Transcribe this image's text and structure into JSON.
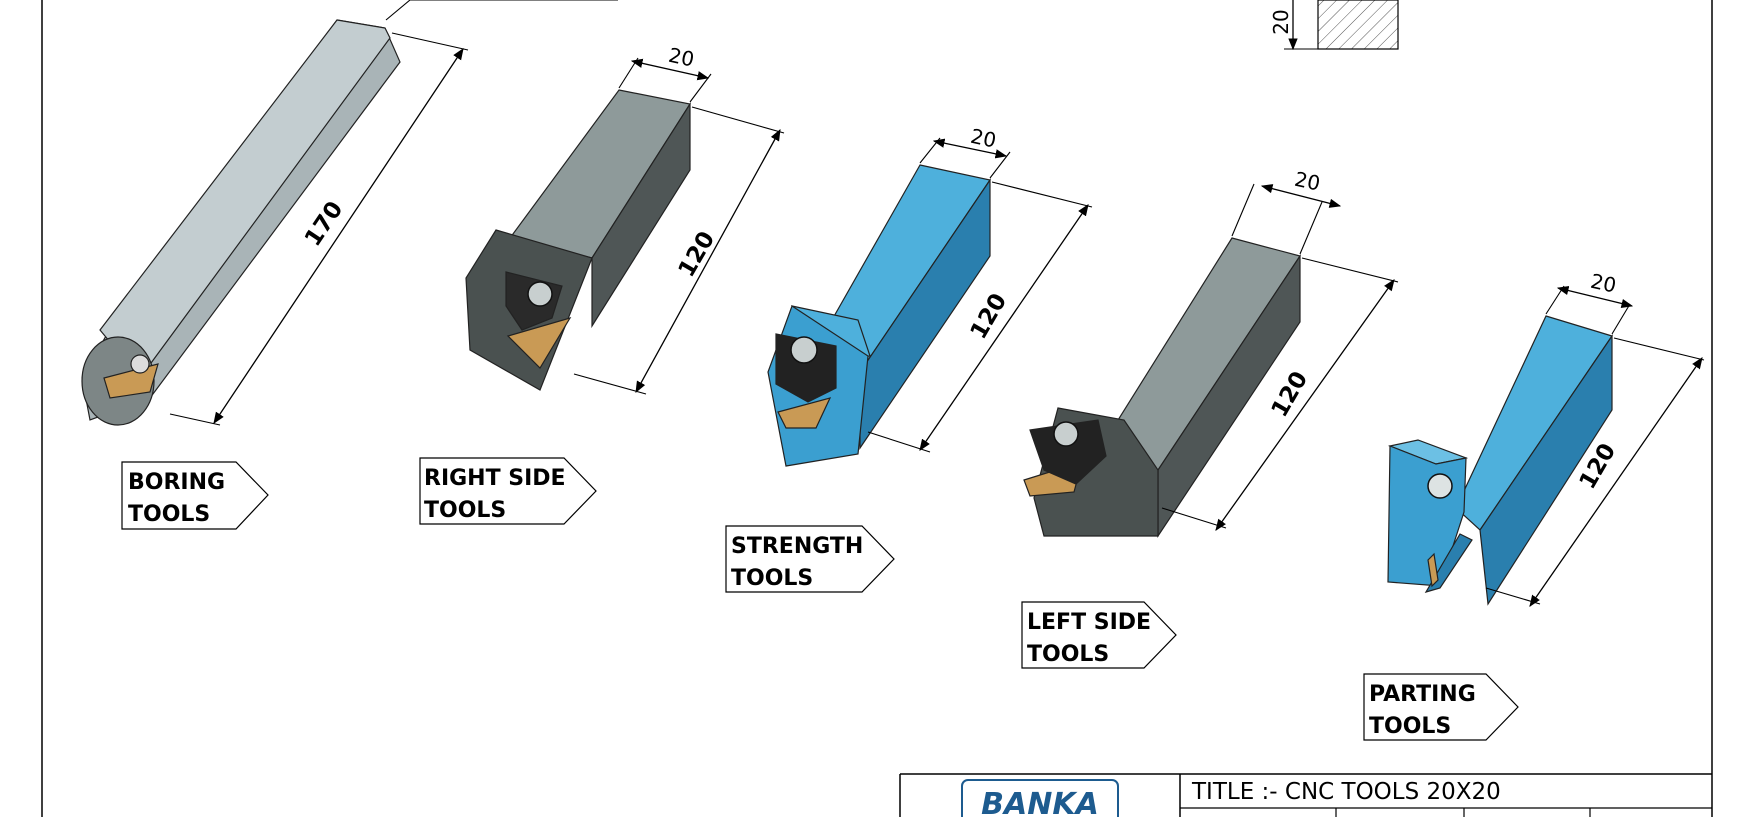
{
  "dimensions": {
    "boring_length": "170",
    "right_width": "20",
    "right_length": "120",
    "strength_width": "20",
    "strength_length": "120",
    "left_width": "20",
    "left_length": "120",
    "parting_width": "20",
    "parting_length": "120",
    "section_height": "20"
  },
  "tools": [
    {
      "line1": "BORING",
      "line2": "TOOLS"
    },
    {
      "line1": "RIGHT SIDE",
      "line2": "TOOLS"
    },
    {
      "line1": "STRENGTH",
      "line2": "TOOLS"
    },
    {
      "line1": "LEFT SIDE",
      "line2": "TOOLS"
    },
    {
      "line1": "PARTING",
      "line2": "TOOLS"
    }
  ],
  "title_block": {
    "logo": "BANKA",
    "title": "TITLE :-  CNC TOOLS 20X20"
  },
  "colors": {
    "steel_light": "#b9c3c6",
    "steel_mid": "#8d9a9a",
    "steel_dark": "#4f5656",
    "blue_light": "#4eb0dc",
    "blue_dark": "#2a7fae",
    "insert_gold": "#c99a55",
    "logo_blue": "#1d5b8f"
  }
}
